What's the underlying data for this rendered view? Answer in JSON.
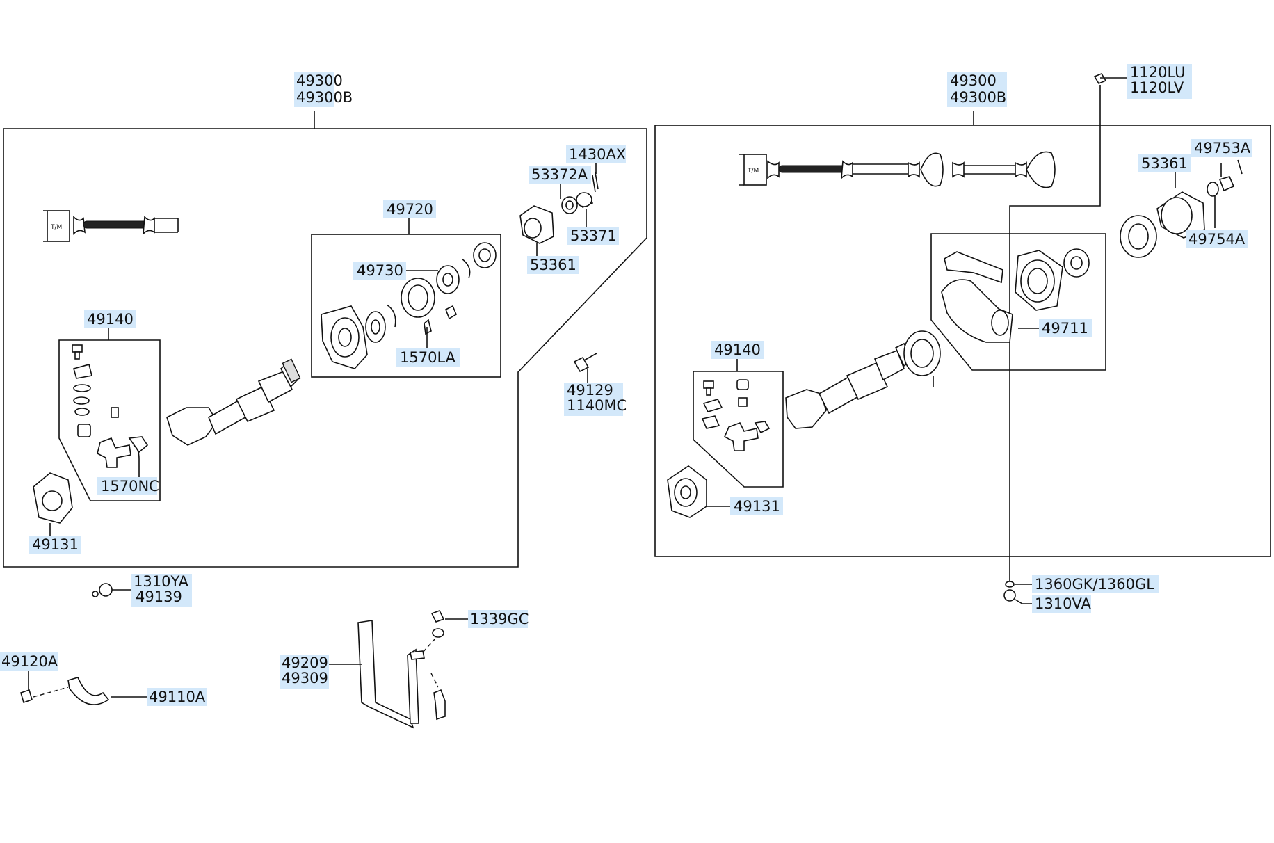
{
  "left_assembly": {
    "main_label": [
      "49300",
      "49300B"
    ],
    "center_bearing_kit": "49720",
    "bearing": "49730",
    "grease_fitting": "1570LA",
    "uj_kit": "49140",
    "uj_grease_fitting": "1570NC",
    "flange_yoke": "49131",
    "cotter_pin": "1430AX",
    "washer": "53372A",
    "nut": "53371",
    "companion_flange": "53361"
  },
  "middle_parts": {
    "bolt": [
      "49129",
      "1140MC"
    ],
    "nut": [
      "1310YA",
      "49139"
    ],
    "clamp_bolt": "49120A",
    "clamp": "49110A",
    "bracket": [
      "49209",
      "49309"
    ],
    "bracket_nut": "1339GC"
  },
  "right_assembly": {
    "main_label": [
      "49300",
      "49300B"
    ],
    "bolt": [
      "1120LU",
      "1120LV"
    ],
    "cotter_pin": "49753A",
    "companion_flange": "53361",
    "nut": "49754A",
    "center_bearing": "49711",
    "uj_kit": "49140",
    "flange_yoke": "49131",
    "washer": "1360GK/1360GL",
    "bearing_nut": "1310VA"
  },
  "tm_marker": "T/M"
}
